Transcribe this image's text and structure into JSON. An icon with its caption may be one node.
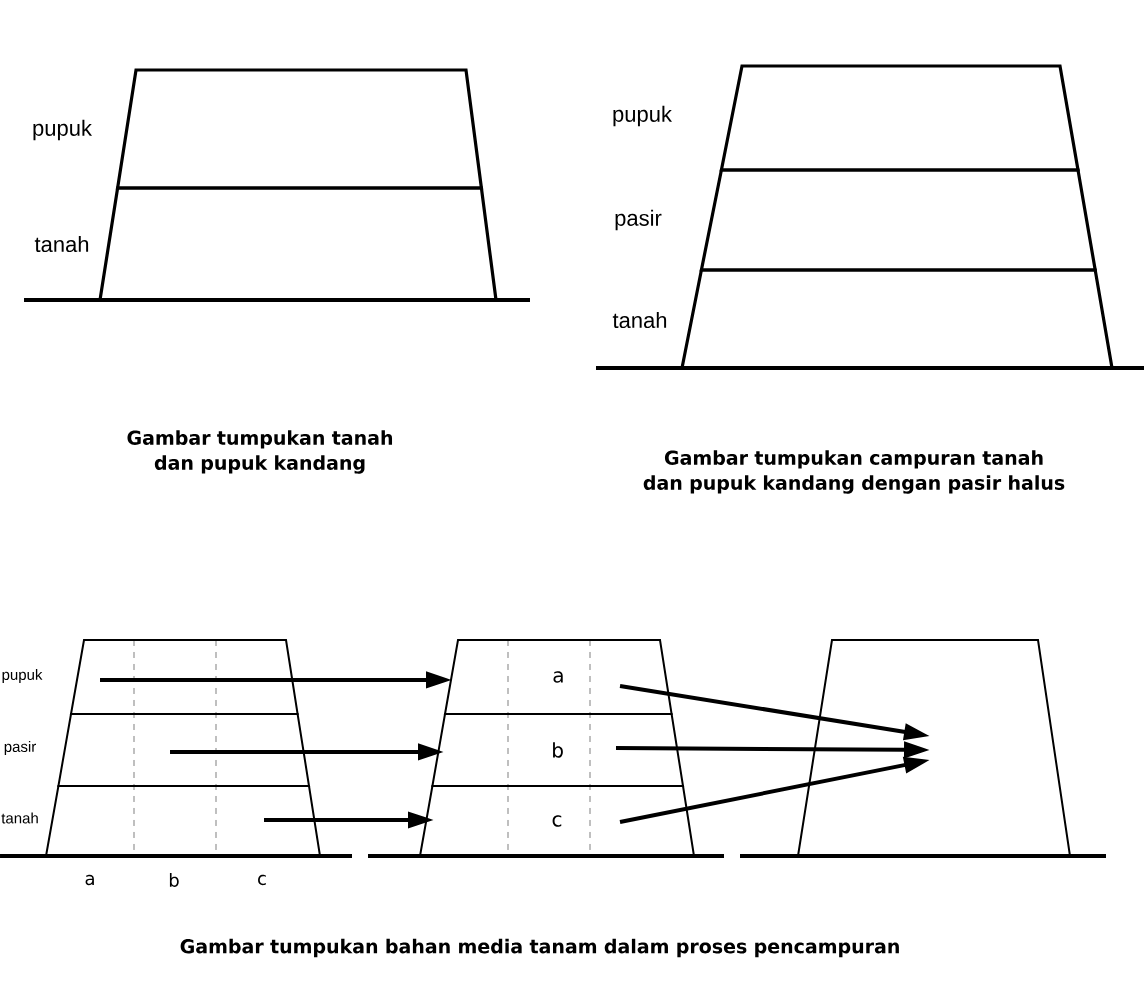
{
  "diagram": {
    "nodes": [
      {
        "text": [],
        "shape": "trapezoid",
        "beside": [
          "pupuk"
        ]
      },
      {
        "text": [],
        "shape": "trapezoid",
        "beside": [
          "tanah"
        ]
      },
      {
        "text": [],
        "shape": "trapezoid",
        "beside": [
          "pupuk"
        ]
      },
      {
        "text": [],
        "shape": "trapezoid",
        "beside": [
          "pasir"
        ]
      },
      {
        "text": [],
        "shape": "trapezoid",
        "beside": [
          "tanah"
        ]
      },
      {
        "text": [],
        "shape": "trapezoid",
        "beside": [
          "pupuk"
        ]
      },
      {
        "text": [],
        "shape": "trapezoid",
        "beside": [
          "pasir"
        ]
      },
      {
        "text": [],
        "shape": "trapezoid",
        "beside": [
          "tanah"
        ]
      },
      {
        "text": [
          "a"
        ]
      },
      {
        "text": [
          "b"
        ]
      },
      {
        "text": [
          "c"
        ]
      },
      {
        "text": [],
        "shape": "trapezoid"
      }
    ],
    "edges": [
      {
        "from": 5,
        "to": 8,
        "arrow": "to"
      },
      {
        "from": 6,
        "to": 9,
        "arrow": "to"
      },
      {
        "from": 7,
        "to": 10,
        "arrow": "to"
      },
      {
        "from": 8,
        "to": 11,
        "arrow": "to"
      },
      {
        "from": 9,
        "to": 11,
        "arrow": "to"
      },
      {
        "from": 10,
        "to": 11,
        "arrow": "to"
      }
    ],
    "labels": [
      "a",
      "b",
      "c",
      "Gambar tumpukan tanah dan pupuk kandang",
      "Gambar tumpukan campuran tanah dan pupuk kandang dengan pasir halus",
      "Gambar tumpukan bahan media tanam dalam proses pencampuran"
    ]
  }
}
